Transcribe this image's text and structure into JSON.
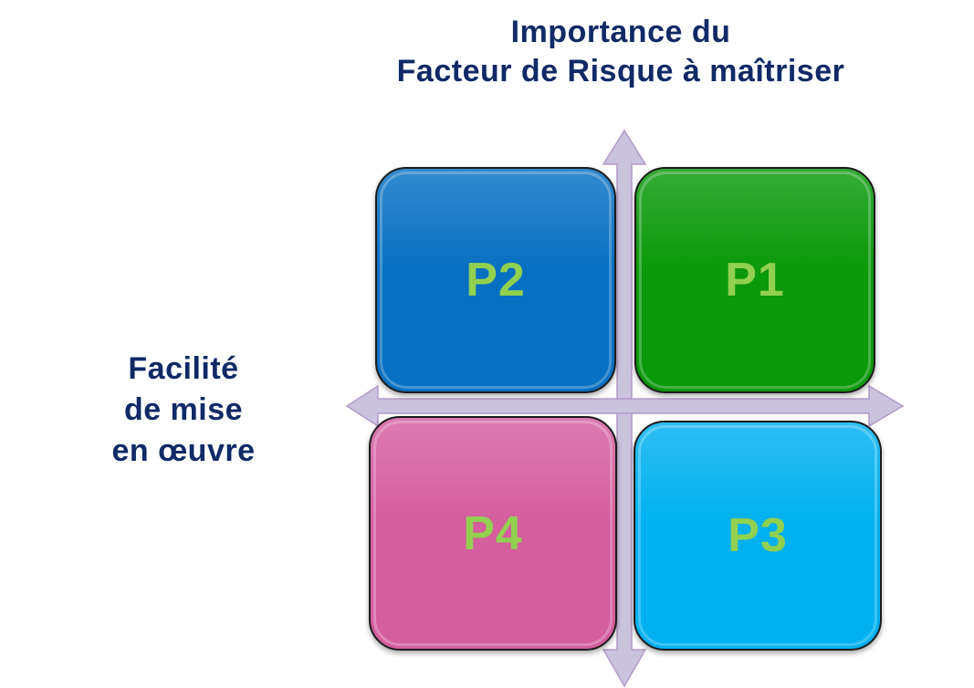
{
  "title": {
    "line1": "Importance du",
    "line2": "Facteur de Risque à maîtriser"
  },
  "side_label": {
    "line1": "Facilité",
    "line2": "de mise",
    "line3": "en œuvre"
  },
  "quadrants": {
    "top_left": {
      "label": "P2",
      "color": "#0770c2"
    },
    "top_right": {
      "label": "P1",
      "color": "#0a990a"
    },
    "bottom_left": {
      "label": "P4",
      "color": "#d45e9e"
    },
    "bottom_right": {
      "label": "P3",
      "color": "#00b0ef"
    }
  },
  "label_color": "#92d050",
  "title_color": "#0f2a66",
  "axis_color": "#c9c3dd",
  "axis_stroke": "#b39ac9"
}
